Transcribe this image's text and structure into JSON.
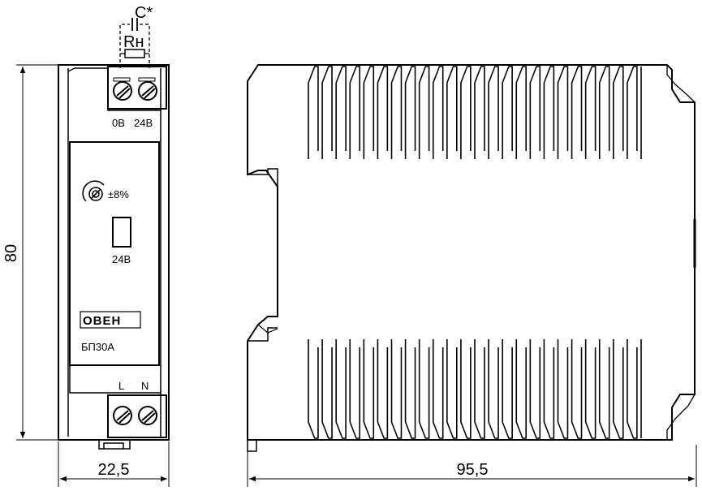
{
  "front": {
    "circuit": {
      "capacitor_label": "C*",
      "resistor_label": "Rн"
    },
    "top_terminals": [
      "0В",
      "24В"
    ],
    "adjust_label": "±8%",
    "led_label": "24В",
    "brand_logo_text": "ОВЕН",
    "model": "БП30А",
    "bottom_terminals": [
      "L",
      "N"
    ]
  },
  "dimensions": {
    "height": "80",
    "front_width": "22,5",
    "side_width": "95,5"
  },
  "side": {
    "top_fin_count": 24,
    "bottom_fin_count": 24
  }
}
